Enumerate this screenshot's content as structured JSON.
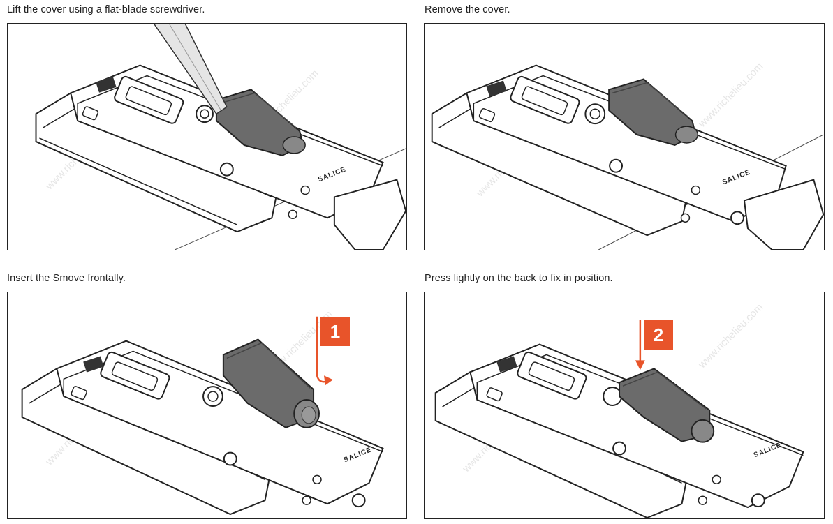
{
  "steps": [
    {
      "caption": "Lift the cover using a flat-blade screwdriver."
    },
    {
      "caption": "Remove the cover."
    },
    {
      "caption": "Insert the Smove frontally.",
      "badge": "1"
    },
    {
      "caption": "Press lightly on the back to fix in position.",
      "badge": "2"
    }
  ],
  "brand_mark": "SALICE",
  "watermark": "www.richelieu.com",
  "colors": {
    "badge": "#e8542a",
    "line": "#222222",
    "part": "#6b6b6b"
  }
}
